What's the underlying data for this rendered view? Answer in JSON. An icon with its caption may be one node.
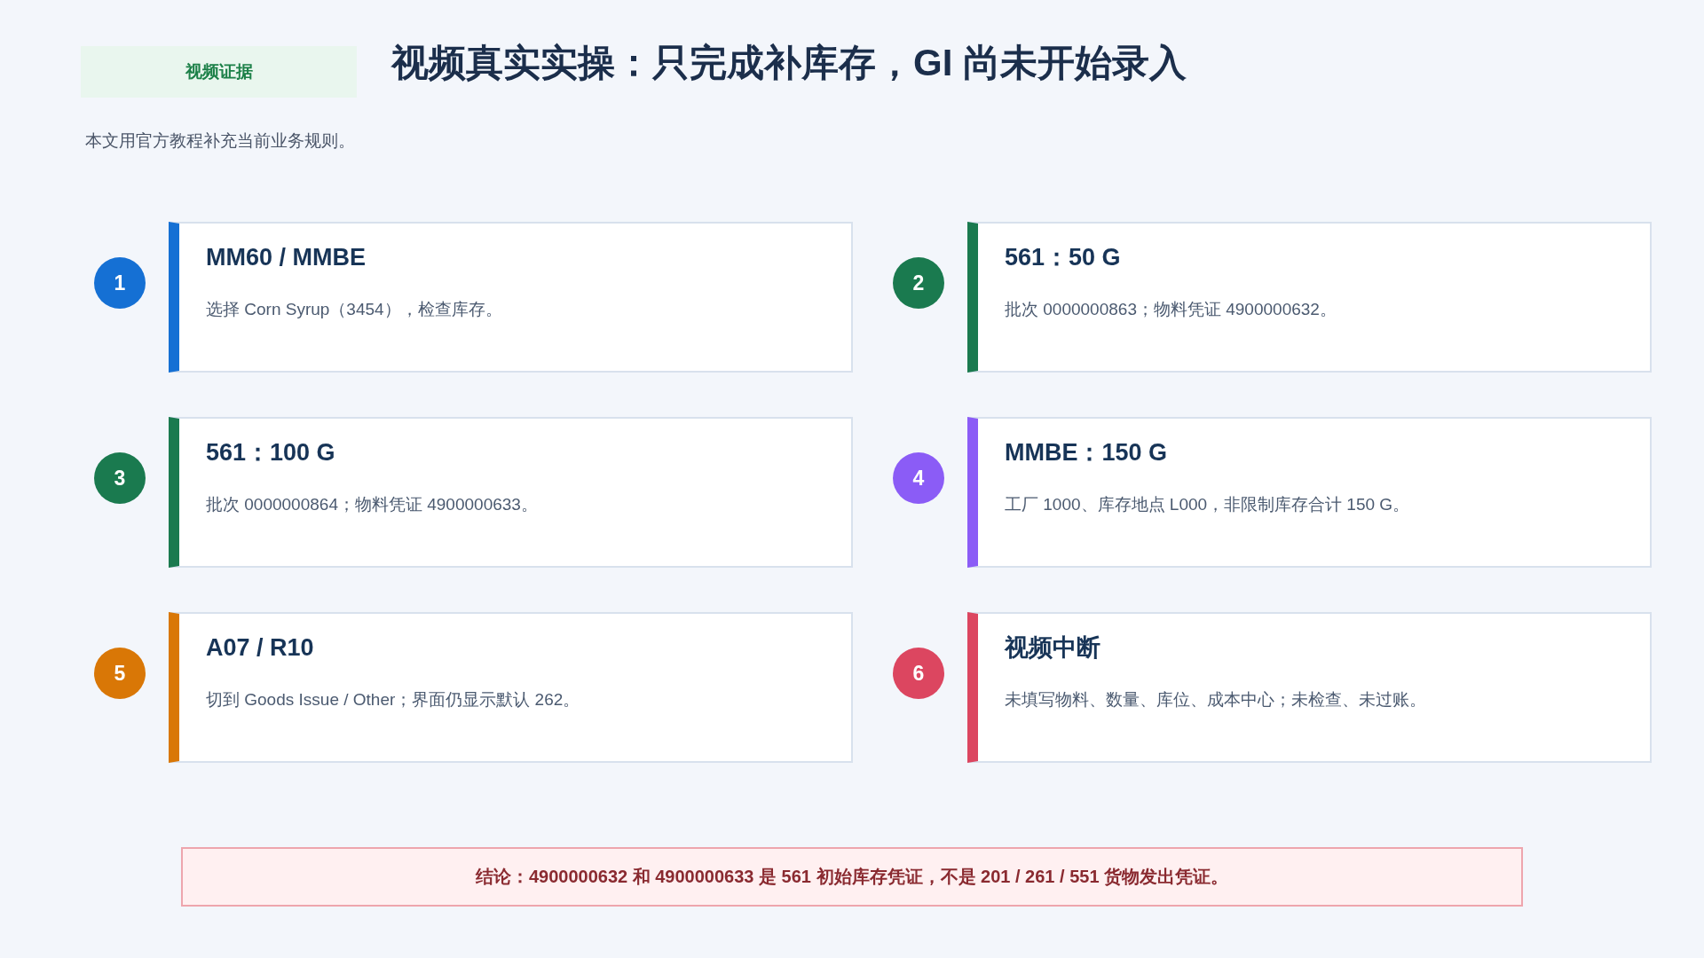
{
  "diagram": {
    "title": "视频真实实操：只完成补库存，GI 尚未开始录入",
    "nodes": [
      {
        "text": [
          "视频证据"
        ]
      },
      {
        "text": [
          "1"
        ]
      },
      {
        "text": [
          "MM60 / MMBE",
          "选择 Corn Syrup（3454），检查库存。"
        ]
      },
      {
        "text": [
          "2"
        ]
      },
      {
        "text": [
          "561：50 G",
          "批次 0000000863；物料凭证 4900000632。"
        ]
      },
      {
        "text": [
          "3"
        ]
      },
      {
        "text": [
          "561：100 G",
          "批次 0000000864；物料凭证 4900000633。"
        ]
      },
      {
        "text": [
          "4"
        ]
      },
      {
        "text": [
          "MMBE：150 G",
          "工厂 1000、库存地点 L000，非限制库存合计 150 G。"
        ]
      },
      {
        "text": [
          "5"
        ]
      },
      {
        "text": [
          "A07 / R10",
          "切到 Goods Issue / Other；界面仍显示默认 262。"
        ]
      },
      {
        "text": [
          "6"
        ]
      },
      {
        "text": [
          "视频中断",
          "未填写物料、数量、库位、成本中心；未检查、未过账。"
        ]
      },
      {
        "text": [
          "结论：4900000632 和 4900000633 是 561 初始库存凭证，不是 201 / 261 / 551 货物发出凭证。"
        ]
      }
    ],
    "labels": [
      "本文用官方教程补充当前业务规则。"
    ]
  }
}
